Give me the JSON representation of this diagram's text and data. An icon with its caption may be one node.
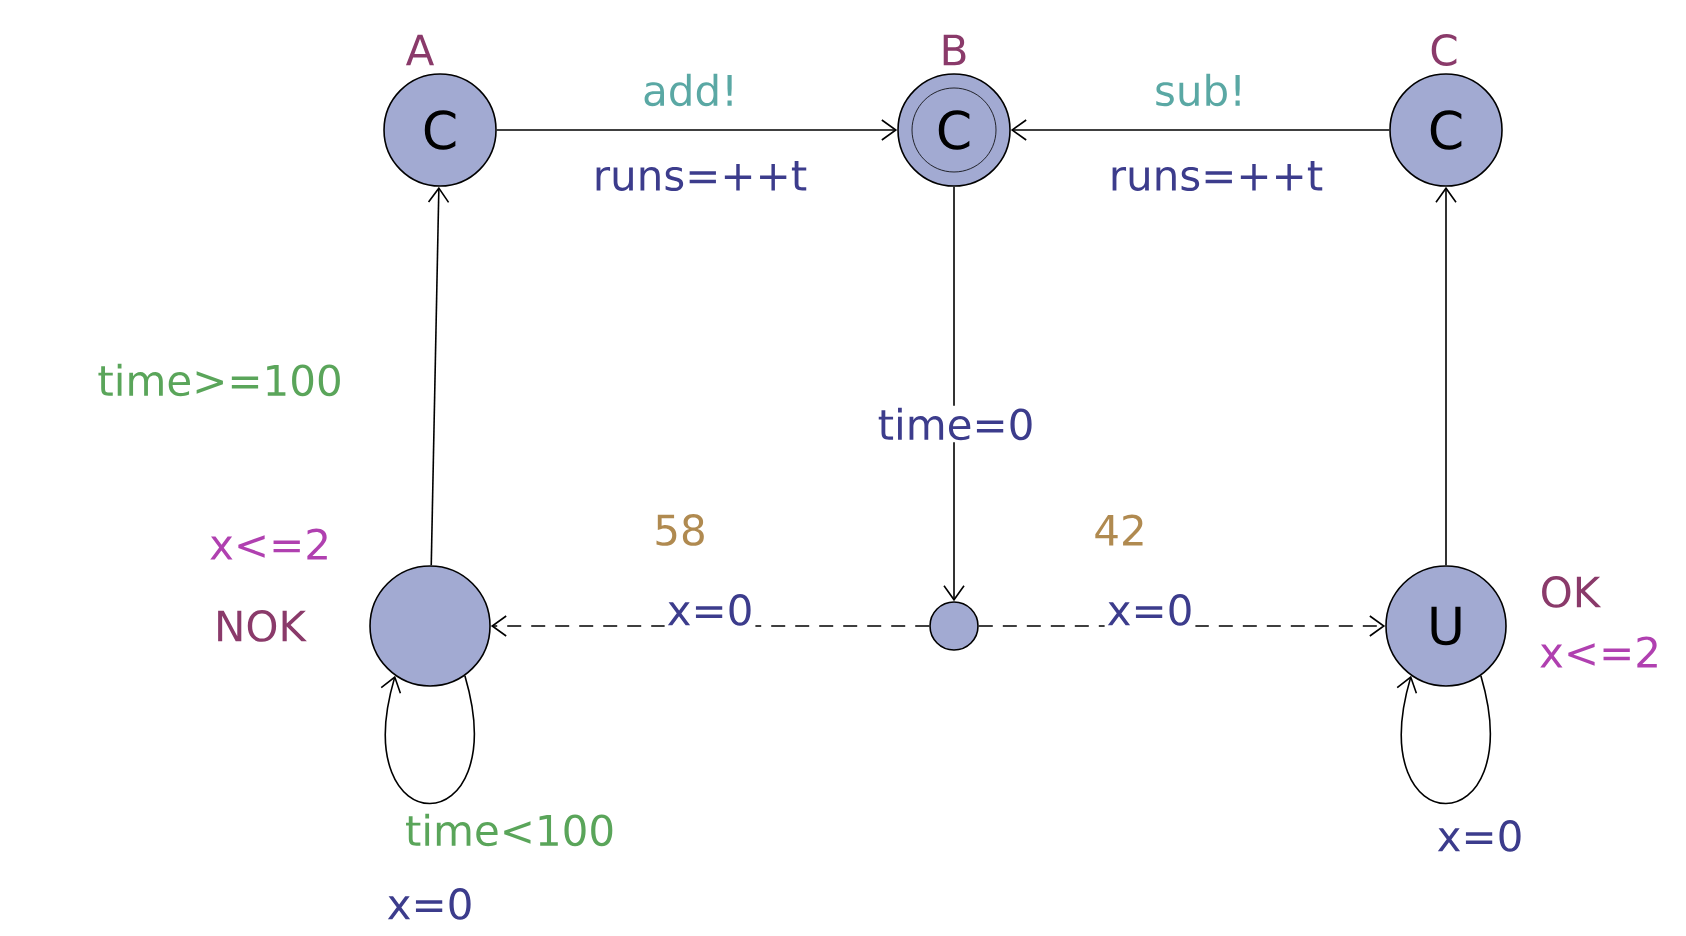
{
  "diagram": {
    "nodes": [
      {
        "text": [
          "C"
        ],
        "beside": [
          "A"
        ]
      },
      {
        "text": [
          "C"
        ],
        "beside": [
          "B"
        ]
      },
      {
        "text": [
          "C"
        ],
        "beside": [
          "C"
        ]
      },
      {
        "text": [],
        "shape": "circle",
        "beside": [
          "x<=2",
          "NOK"
        ]
      },
      {
        "text": [],
        "shape": "circle"
      },
      {
        "text": [
          "U"
        ],
        "beside": [
          "OK",
          "x<=2"
        ]
      }
    ],
    "edges": [
      {
        "from": 0,
        "to": 1,
        "arrow": "to",
        "label": "add!"
      },
      {
        "from": 2,
        "to": 1,
        "arrow": "to",
        "label": "sub!"
      },
      {
        "from": 3,
        "to": 0,
        "arrow": "to",
        "label": "time>=100"
      },
      {
        "from": 5,
        "to": 2,
        "arrow": "to"
      },
      {
        "from": 1,
        "to": 4,
        "arrow": "to",
        "label": "time=0"
      },
      {
        "from": 4,
        "to": 3,
        "arrow": "to",
        "label": "58",
        "style": "dashed"
      },
      {
        "from": 4,
        "to": 5,
        "arrow": "to",
        "label": "42",
        "style": "dashed"
      },
      {
        "from": 3,
        "to": 3,
        "arrow": "to",
        "label": "time<100"
      },
      {
        "from": 5,
        "to": 5,
        "arrow": "to",
        "label": "x=0"
      }
    ],
    "labels": [
      "runs=++t",
      "runs=++t",
      "x=0",
      "x=0",
      "x=0"
    ]
  }
}
